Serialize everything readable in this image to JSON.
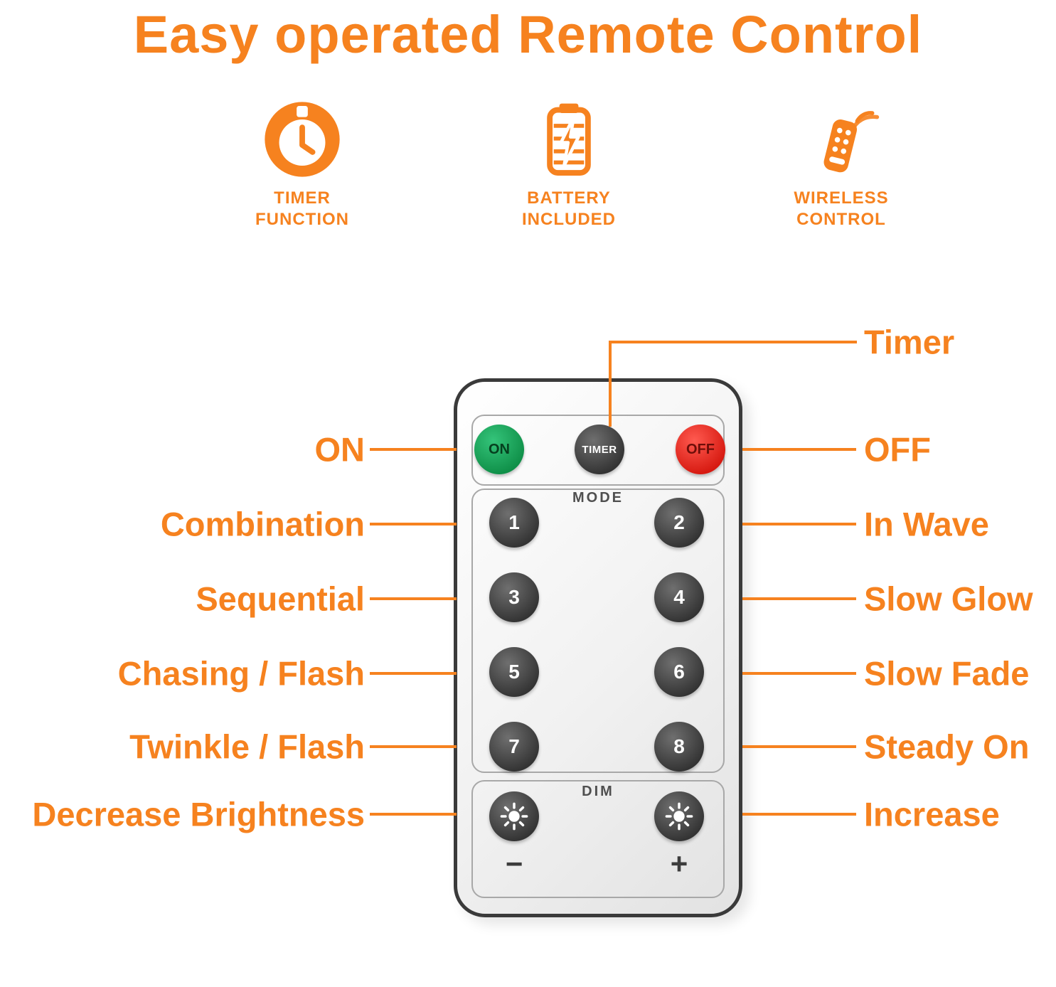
{
  "title": "Easy operated Remote Control",
  "features": [
    {
      "name": "timer-function",
      "line1": "TIMER",
      "line2": "FUNCTION"
    },
    {
      "name": "battery-included",
      "line1": "BATTERY",
      "line2": "INCLUDED"
    },
    {
      "name": "wireless-control",
      "line1": "WIRELESS",
      "line2": "CONTROL"
    }
  ],
  "remote": {
    "on": "ON",
    "timer": "TIMER",
    "off": "OFF",
    "mode": "MODE",
    "buttons": [
      "1",
      "2",
      "3",
      "4",
      "5",
      "6",
      "7",
      "8"
    ],
    "dim": "DIM",
    "minus": "−",
    "plus": "+"
  },
  "callouts": {
    "timer": "Timer",
    "left": [
      "ON",
      "Combination",
      "Sequential",
      "Chasing / Flash",
      "Twinkle / Flash",
      "Decrease Brightness"
    ],
    "right": [
      "OFF",
      "In Wave",
      "Slow Glow",
      "Slow Fade",
      "Steady On",
      "Increase"
    ]
  },
  "colors": {
    "accent": "#F6821F",
    "on_button_green": "#0f8f48",
    "off_button_red": "#d61910",
    "dark_button": "#3a3a3a"
  }
}
